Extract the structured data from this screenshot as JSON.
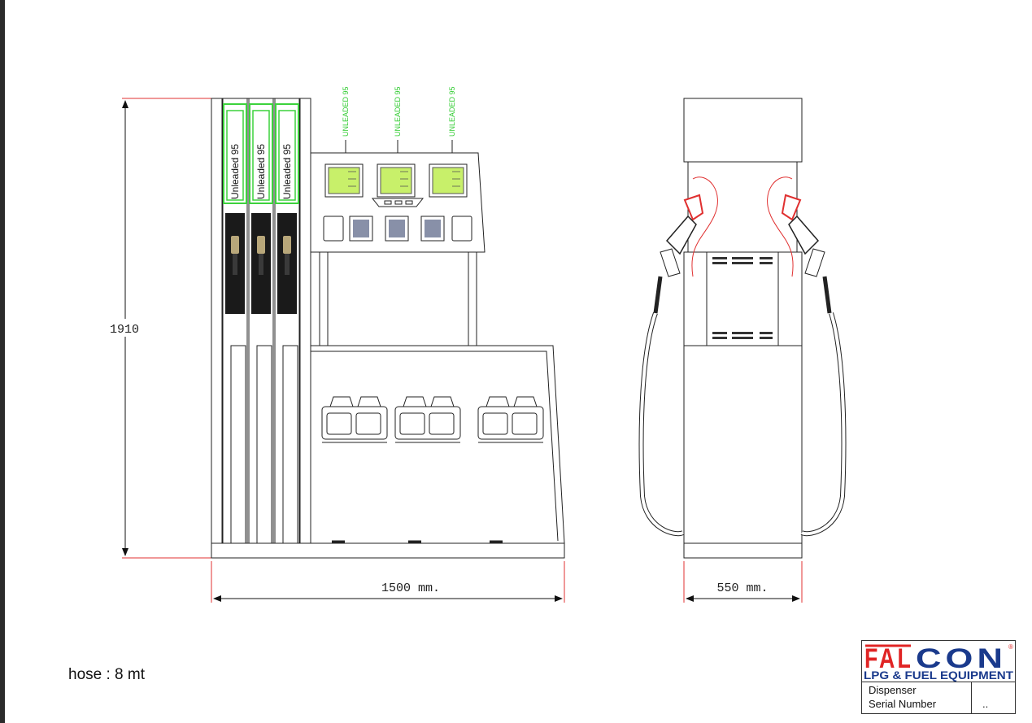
{
  "front_view": {
    "height_dimension": "1910",
    "width_dimension": "1500 mm.",
    "panel_labels": [
      "Unleaded 95",
      "Unleaded 95",
      "Unleaded 95"
    ],
    "top_labels": [
      "UNLEADED 95",
      "UNLEADED 95",
      "UNLEADED 95"
    ]
  },
  "side_view": {
    "width_dimension": "550 mm."
  },
  "note": "hose : 8 mt",
  "title_block": {
    "brand": "FALCON",
    "tagline": "LPG & FUEL EQUIPMENT",
    "registered_mark": "®",
    "row1_label": "Dispenser",
    "row2_label": "Serial Number",
    "serial_value": ".."
  },
  "colors": {
    "dimension_line": "#e03030",
    "label_green": "#33cc33",
    "display_green": "#c8f06a",
    "brand_red": "#e02424",
    "brand_blue": "#1a3a8c"
  }
}
